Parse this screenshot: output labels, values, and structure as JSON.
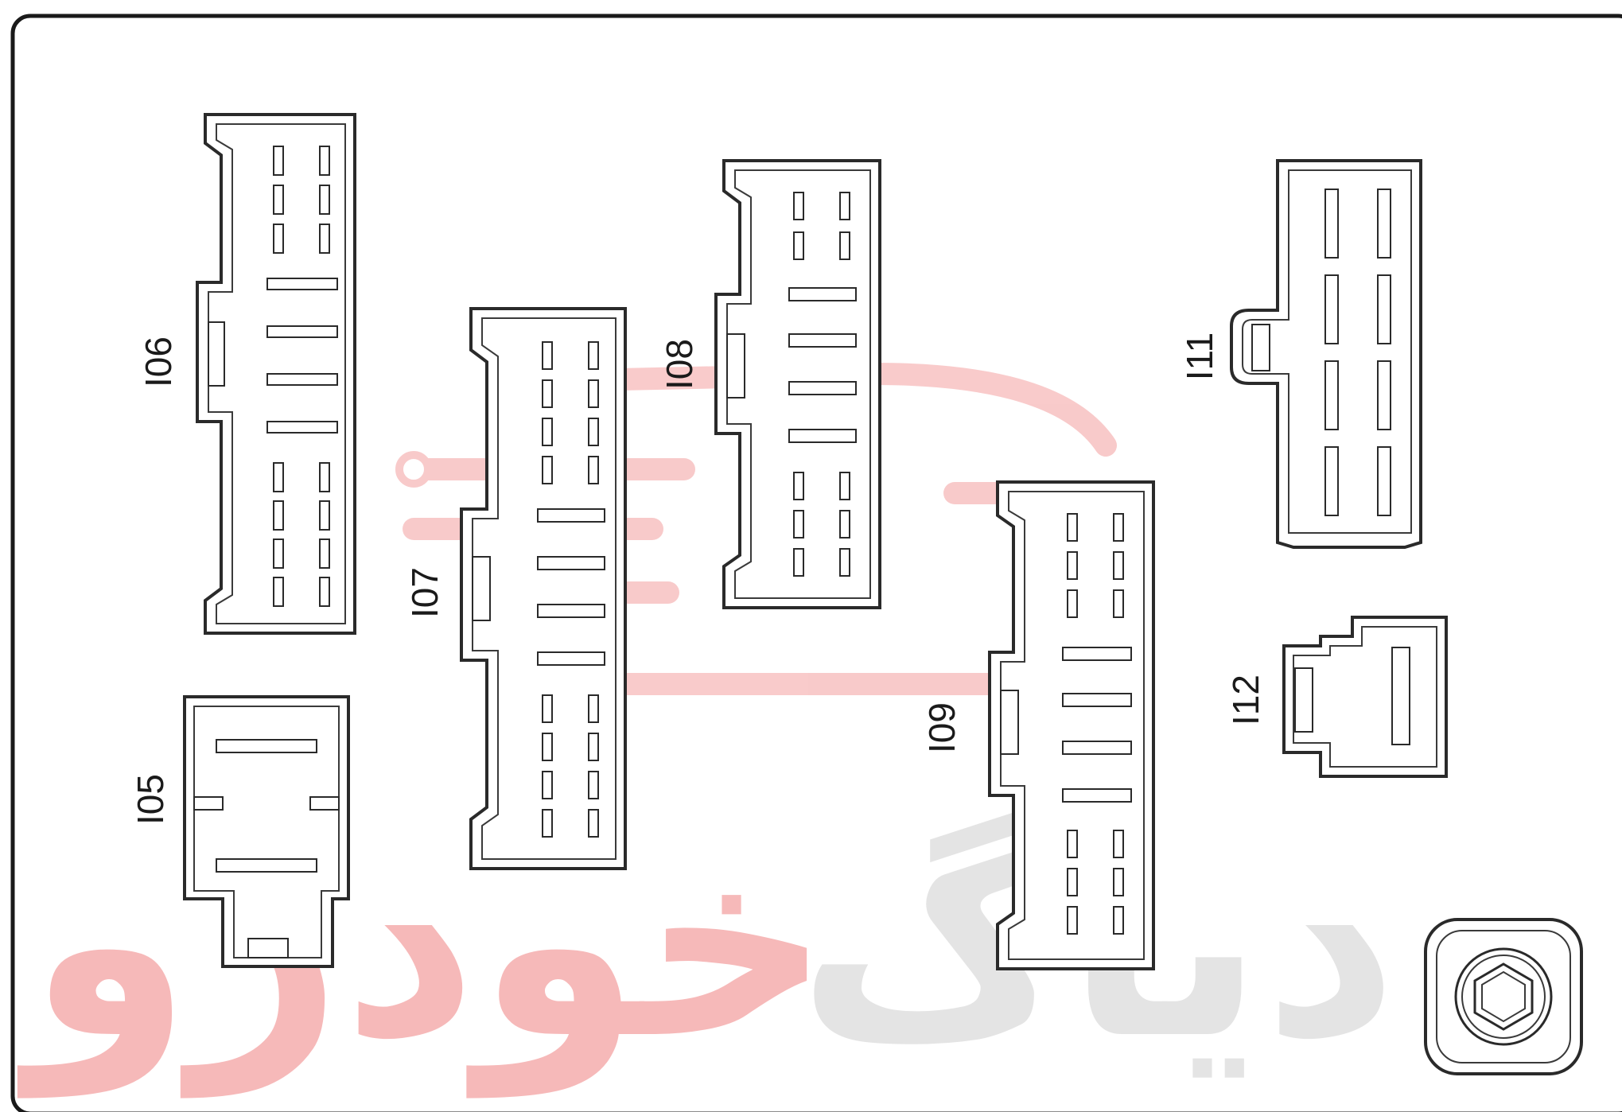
{
  "diagram": {
    "connectors": [
      {
        "id": "i05",
        "label": "I05"
      },
      {
        "id": "i06",
        "label": "I06"
      },
      {
        "id": "i07",
        "label": "I07"
      },
      {
        "id": "i08",
        "label": "I08"
      },
      {
        "id": "i09",
        "label": "I09"
      },
      {
        "id": "i11",
        "label": "I11"
      },
      {
        "id": "i12",
        "label": "I12"
      }
    ],
    "watermark": {
      "text_primary": "خودرو",
      "text_secondary": "دیاگ",
      "color_primary": "#f08080",
      "color_secondary": "#cfcfcf"
    },
    "colors": {
      "line": "#2a2a2a",
      "background": "#ffffff"
    }
  }
}
